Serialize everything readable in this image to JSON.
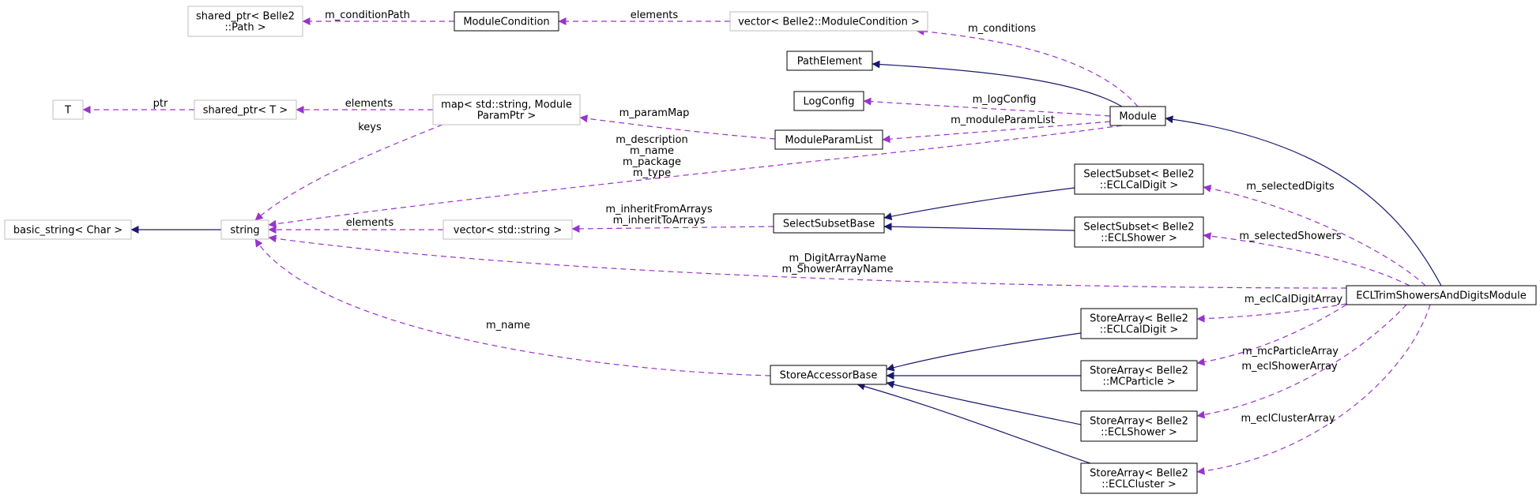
{
  "colors": {
    "inheritance": "#191970",
    "usage": "#9a32cd",
    "node_border_strong": "#000000",
    "node_border_light": "#bfbfbf",
    "highlight_fill": "#bfbfbf",
    "text": "#000000"
  },
  "nodes": [
    {
      "id": "shared-ptr-path",
      "lines": [
        "shared_ptr< Belle2",
        "::Path >"
      ],
      "style": "light"
    },
    {
      "id": "module-condition",
      "lines": [
        "ModuleCondition"
      ],
      "style": "strong"
    },
    {
      "id": "vector-module-condition",
      "lines": [
        "vector< Belle2::ModuleCondition >"
      ],
      "style": "light"
    },
    {
      "id": "path-element",
      "lines": [
        "PathElement"
      ],
      "style": "strong"
    },
    {
      "id": "log-config",
      "lines": [
        "LogConfig"
      ],
      "style": "strong"
    },
    {
      "id": "t",
      "lines": [
        "T"
      ],
      "style": "light"
    },
    {
      "id": "shared-ptr-t",
      "lines": [
        "shared_ptr< T >"
      ],
      "style": "light"
    },
    {
      "id": "map-module-param",
      "lines": [
        "map< std::string, Module",
        "ParamPtr >"
      ],
      "style": "light"
    },
    {
      "id": "module-param-list",
      "lines": [
        "ModuleParamList"
      ],
      "style": "strong"
    },
    {
      "id": "module",
      "lines": [
        "Module"
      ],
      "style": "strong"
    },
    {
      "id": "select-subset-digit",
      "lines": [
        "SelectSubset< Belle2",
        "::ECLCalDigit >"
      ],
      "style": "strong"
    },
    {
      "id": "basic-string",
      "lines": [
        "basic_string< Char >"
      ],
      "style": "light"
    },
    {
      "id": "string",
      "lines": [
        "string"
      ],
      "style": "light"
    },
    {
      "id": "vector-string",
      "lines": [
        "vector< std::string >"
      ],
      "style": "light"
    },
    {
      "id": "select-subset-base",
      "lines": [
        "SelectSubsetBase"
      ],
      "style": "strong"
    },
    {
      "id": "select-subset-shower",
      "lines": [
        "SelectSubset< Belle2",
        "::ECLShower >"
      ],
      "style": "strong"
    },
    {
      "id": "ecl-trim-module",
      "lines": [
        "ECLTrimShowersAndDigitsModule"
      ],
      "style": "highlight"
    },
    {
      "id": "store-array-digit",
      "lines": [
        "StoreArray< Belle2",
        "::ECLCalDigit >"
      ],
      "style": "strong"
    },
    {
      "id": "store-accessor-base",
      "lines": [
        "StoreAccessorBase"
      ],
      "style": "strong"
    },
    {
      "id": "store-array-mcparticle",
      "lines": [
        "StoreArray< Belle2",
        "::MCParticle >"
      ],
      "style": "strong"
    },
    {
      "id": "store-array-shower",
      "lines": [
        "StoreArray< Belle2",
        "::ECLShower >"
      ],
      "style": "strong"
    },
    {
      "id": "store-array-cluster",
      "lines": [
        "StoreArray< Belle2",
        "::ECLCluster >"
      ],
      "style": "strong"
    }
  ],
  "edges": [
    {
      "id": "e-condition-path",
      "from": "module-condition",
      "to": "shared-ptr-path",
      "type": "usage",
      "label_lines": [
        "m_conditionPath"
      ]
    },
    {
      "id": "e-vector-condition",
      "from": "vector-module-condition",
      "to": "module-condition",
      "type": "usage",
      "label_lines": [
        "elements"
      ]
    },
    {
      "id": "e-module-conditions",
      "from": "module",
      "to": "vector-module-condition",
      "type": "usage",
      "label_lines": [
        "m_conditions"
      ]
    },
    {
      "id": "e-module-pathelement",
      "from": "module",
      "to": "path-element",
      "type": "inheritance",
      "label_lines": []
    },
    {
      "id": "e-module-logconfig",
      "from": "module",
      "to": "log-config",
      "type": "usage",
      "label_lines": [
        "m_logConfig"
      ]
    },
    {
      "id": "e-sharedptr-t",
      "from": "shared-ptr-t",
      "to": "t",
      "type": "usage",
      "label_lines": [
        "ptr"
      ]
    },
    {
      "id": "e-map-sharedptr",
      "from": "map-module-param",
      "to": "shared-ptr-t",
      "type": "usage",
      "label_lines": [
        "elements"
      ]
    },
    {
      "id": "e-paramlist-map",
      "from": "module-param-list",
      "to": "map-module-param",
      "type": "usage",
      "label_lines": [
        "m_paramMap"
      ]
    },
    {
      "id": "e-module-paramlist",
      "from": "module",
      "to": "module-param-list",
      "type": "usage",
      "label_lines": [
        "m_moduleParamList"
      ]
    },
    {
      "id": "e-map-string",
      "from": "map-module-param",
      "to": "string",
      "type": "usage",
      "label_lines": [
        "keys"
      ]
    },
    {
      "id": "e-module-string",
      "from": "module",
      "to": "string",
      "type": "usage",
      "label_lines": [
        "m_description",
        "m_name",
        "m_package",
        "m_type"
      ]
    },
    {
      "id": "e-string-basic",
      "from": "string",
      "to": "basic-string",
      "type": "inheritance",
      "label_lines": []
    },
    {
      "id": "e-vectorstring-string",
      "from": "vector-string",
      "to": "string",
      "type": "usage",
      "label_lines": [
        "elements"
      ]
    },
    {
      "id": "e-subsetbase-vectorstring",
      "from": "select-subset-base",
      "to": "vector-string",
      "type": "usage",
      "label_lines": [
        "m_inheritFromArrays",
        "m_inheritToArrays"
      ]
    },
    {
      "id": "e-subsetdigit-base",
      "from": "select-subset-digit",
      "to": "select-subset-base",
      "type": "inheritance",
      "label_lines": []
    },
    {
      "id": "e-subsetshower-base",
      "from": "select-subset-shower",
      "to": "select-subset-base",
      "type": "inheritance",
      "label_lines": []
    },
    {
      "id": "e-trim-module",
      "from": "ecl-trim-module",
      "to": "module",
      "type": "inheritance",
      "label_lines": []
    },
    {
      "id": "e-trim-subsetdigit",
      "from": "ecl-trim-module",
      "to": "select-subset-digit",
      "type": "usage",
      "label_lines": [
        "m_selectedDigits"
      ]
    },
    {
      "id": "e-trim-subsetshower",
      "from": "ecl-trim-module",
      "to": "select-subset-shower",
      "type": "usage",
      "label_lines": [
        "m_selectedShowers"
      ]
    },
    {
      "id": "e-trim-string",
      "from": "ecl-trim-module",
      "to": "string",
      "type": "usage",
      "label_lines": [
        "m_DigitArrayName",
        "m_ShowerArrayName"
      ]
    },
    {
      "id": "e-accessor-string",
      "from": "store-accessor-base",
      "to": "string",
      "type": "usage",
      "label_lines": [
        "m_name"
      ]
    },
    {
      "id": "e-trim-arraydigit",
      "from": "ecl-trim-module",
      "to": "store-array-digit",
      "type": "usage",
      "label_lines": [
        "m_eclCalDigitArray"
      ]
    },
    {
      "id": "e-trim-arraymc",
      "from": "ecl-trim-module",
      "to": "store-array-mcparticle",
      "type": "usage",
      "label_lines": [
        "m_mcParticleArray"
      ]
    },
    {
      "id": "e-trim-arrayshower",
      "from": "ecl-trim-module",
      "to": "store-array-shower",
      "type": "usage",
      "label_lines": [
        "m_eclShowerArray"
      ]
    },
    {
      "id": "e-trim-arraycluster",
      "from": "ecl-trim-module",
      "to": "store-array-cluster",
      "type": "usage",
      "label_lines": [
        "m_eclClusterArray"
      ]
    },
    {
      "id": "e-arraydigit-accessor",
      "from": "store-array-digit",
      "to": "store-accessor-base",
      "type": "inheritance",
      "label_lines": []
    },
    {
      "id": "e-arraymc-accessor",
      "from": "store-array-mcparticle",
      "to": "store-accessor-base",
      "type": "inheritance",
      "label_lines": []
    },
    {
      "id": "e-arrayshower-accessor",
      "from": "store-array-shower",
      "to": "store-accessor-base",
      "type": "inheritance",
      "label_lines": []
    },
    {
      "id": "e-arraycluster-accessor",
      "from": "store-array-cluster",
      "to": "store-accessor-base",
      "type": "inheritance",
      "label_lines": []
    }
  ]
}
